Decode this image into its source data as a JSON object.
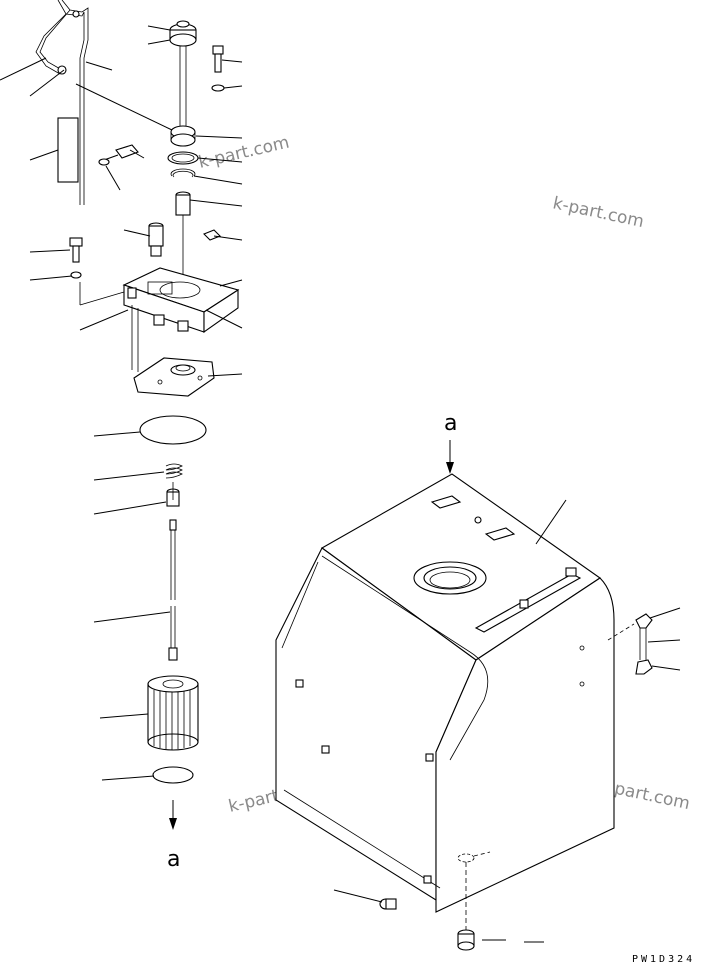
{
  "diagram": {
    "view_marker_label": "a",
    "drawing_code": "PW1D324",
    "watermark_text": "k-part.com",
    "leader_count": 40
  }
}
